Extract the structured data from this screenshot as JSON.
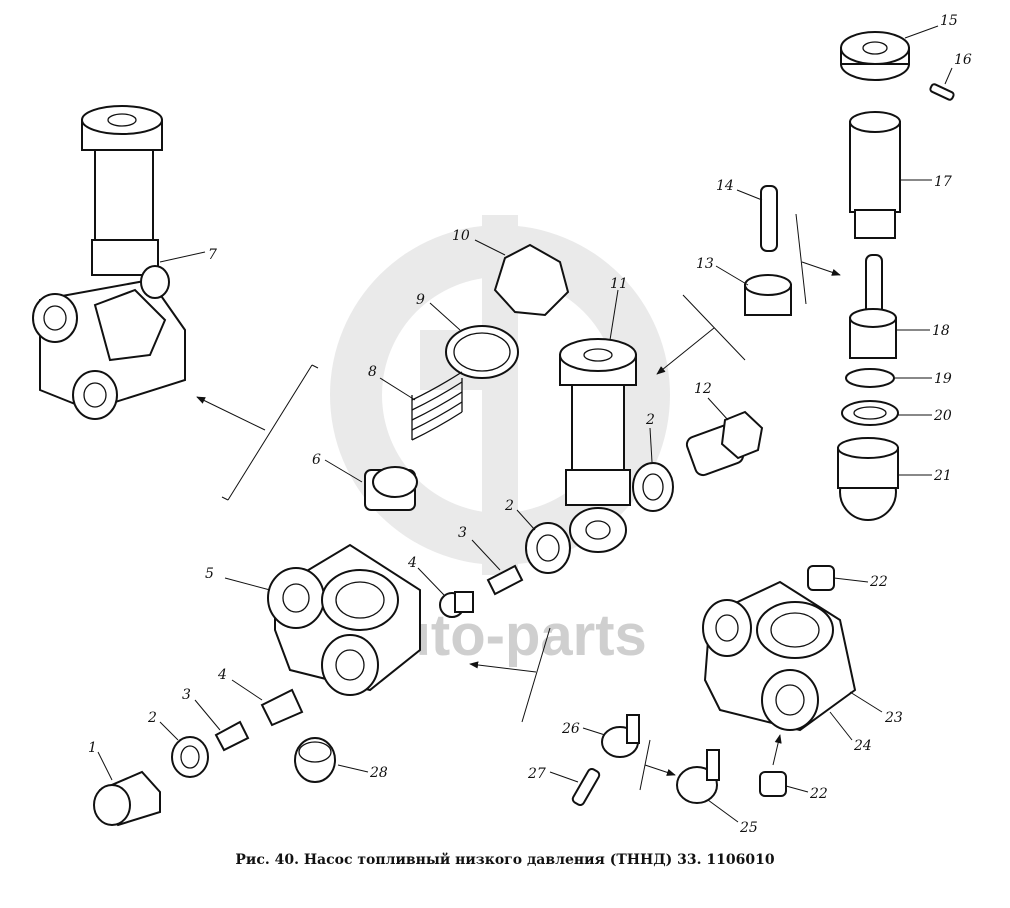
{
  "caption": "Рис. 40. Насос топливный низкого давления (ТННД) 33. 1106010",
  "watermark": {
    "text": "auto-parts",
    "color": "#cfcfcf"
  },
  "callouts": [
    "1",
    "2",
    "2",
    "2",
    "3",
    "3",
    "4",
    "4",
    "5",
    "6",
    "7",
    "8",
    "9",
    "10",
    "11",
    "12",
    "13",
    "14",
    "15",
    "16",
    "17",
    "18",
    "19",
    "20",
    "21",
    "22",
    "22",
    "23",
    "24",
    "25",
    "26",
    "27",
    "28"
  ]
}
